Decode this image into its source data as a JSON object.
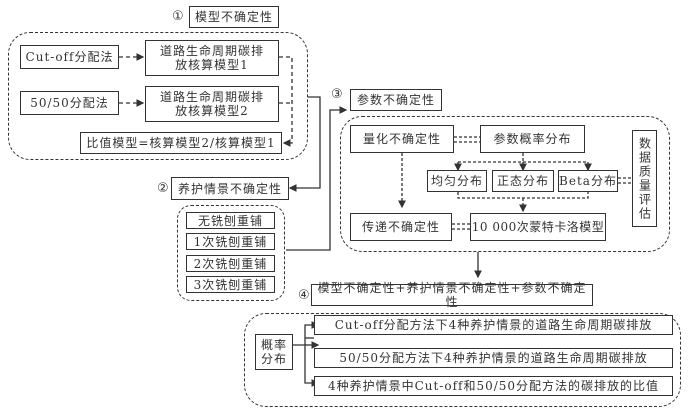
{
  "section1": {
    "marker": "①",
    "title": "模型不确定性",
    "cutoff_method": "Cut-off分配法",
    "fifty_method": "50/50分配法",
    "model1": "道路生命周期碳排放核算模型1",
    "model2": "道路生命周期碳排放核算模型2",
    "ratio_model": "比值模型=核算模型2/核算模型1"
  },
  "section2": {
    "marker": "②",
    "title": "养护情景不确定性",
    "scenarios": [
      "无铣刨重铺",
      "1次铣刨重铺",
      "2次铣刨重铺",
      "3次铣刨重铺"
    ]
  },
  "section3": {
    "marker": "③",
    "title": "参数不确定性",
    "quantify": "量化不确定性",
    "param_dist": "参数概率分布",
    "uniform": "均匀分布",
    "normal": "正态分布",
    "beta": "Beta分布",
    "propagate": "传递不确定性",
    "monte_carlo": "10 000次蒙特卡洛模型",
    "data_quality": "数据质量评估"
  },
  "section4": {
    "marker": "④",
    "title": "模型不确定性+养护情景不确定性+参数不确定性",
    "prob_dist": "概率分布",
    "outputs": [
      "Cut-off分配方法下4种养护情景的道路生命周期碳排放",
      "50/50分配方法下4种养护情景的道路生命周期碳排放",
      "4种养护情景中Cut-off和50/50分配方法的碳排放的比值"
    ]
  }
}
